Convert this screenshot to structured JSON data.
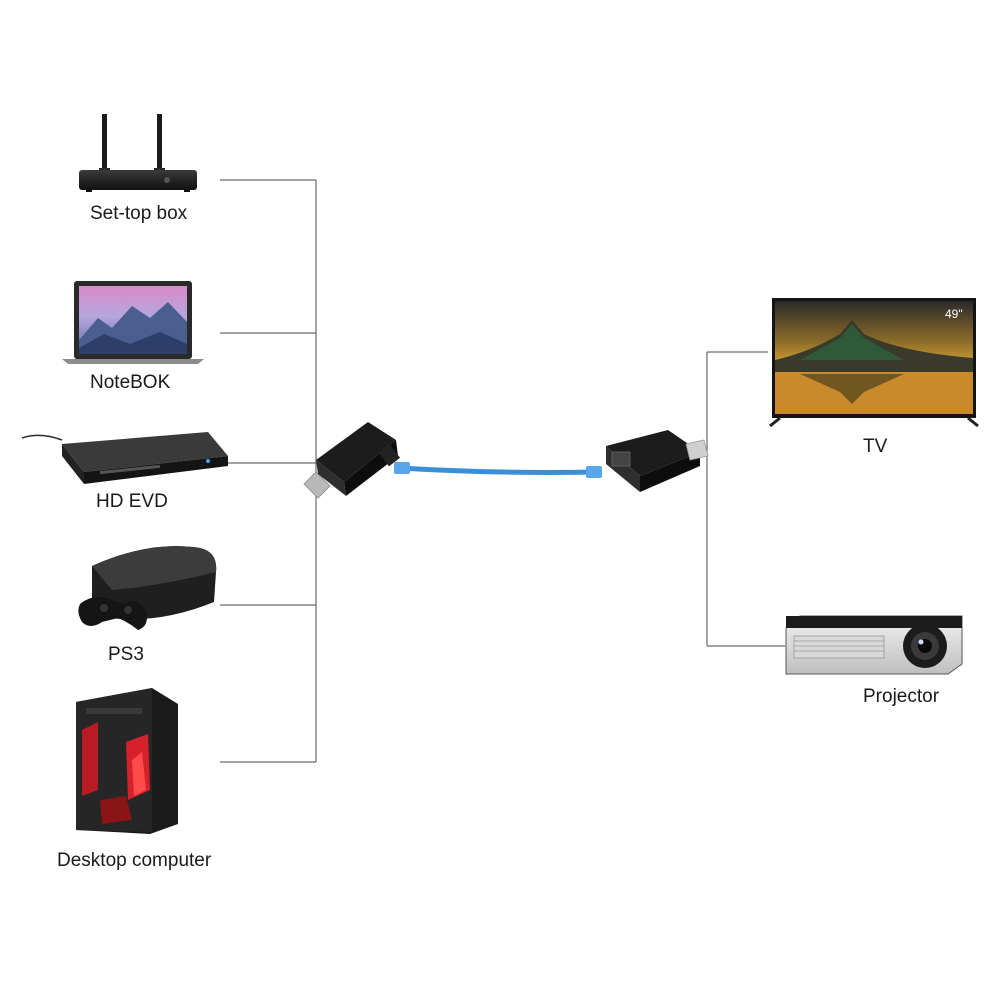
{
  "sources": [
    {
      "id": "settop",
      "label": "Set-top box",
      "icon": "router-icon"
    },
    {
      "id": "notebook",
      "label": "NoteBOK",
      "icon": "laptop-icon"
    },
    {
      "id": "hdevd",
      "label": "HD EVD",
      "icon": "dvd-player-icon"
    },
    {
      "id": "ps3",
      "label": "PS3",
      "icon": "game-console-icon"
    },
    {
      "id": "desktop",
      "label": "Desktop computer",
      "icon": "desktop-tower-icon"
    }
  ],
  "extender": {
    "transmitter_icon": "hdmi-transmitter-icon",
    "cable_icon": "ethernet-cable-icon",
    "receiver_icon": "hdmi-receiver-icon",
    "cable_color": "#3b8fd9"
  },
  "displays": [
    {
      "id": "tv",
      "label": "TV",
      "icon": "tv-icon",
      "screen_badge": "49\""
    },
    {
      "id": "projector",
      "label": "Projector",
      "icon": "projector-icon"
    }
  ],
  "colors": {
    "line": "#6a6a6a",
    "device_dark": "#1c1c1c",
    "accent_red": "#d6202a"
  }
}
